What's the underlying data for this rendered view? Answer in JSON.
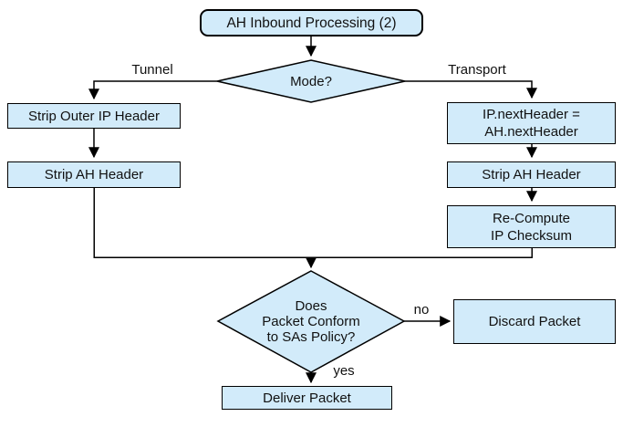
{
  "diagram": {
    "title": "AH Inbound Processing (2)",
    "colors": {
      "node_fill": "#d2ebfa",
      "node_border": "#000000",
      "line": "#000000"
    },
    "nodes": {
      "start": {
        "label": "AH Inbound Processing (2)"
      },
      "mode": {
        "label": "Mode?"
      },
      "strip_outer": {
        "label": "Strip Outer IP Header"
      },
      "strip_ah_left": {
        "label": "Strip AH Header"
      },
      "ip_next": {
        "label": "IP.nextHeader =\nAH.nextHeader"
      },
      "strip_ah_right": {
        "label": "Strip AH Header"
      },
      "recompute": {
        "label": "Re-Compute\nIP Checksum"
      },
      "policy": {
        "label": "Does\nPacket Conform\nto SAs Policy?"
      },
      "discard": {
        "label": "Discard Packet"
      },
      "deliver": {
        "label": "Deliver Packet"
      }
    },
    "edge_labels": {
      "tunnel": "Tunnel",
      "transport": "Transport",
      "no": "no",
      "yes": "yes"
    }
  }
}
